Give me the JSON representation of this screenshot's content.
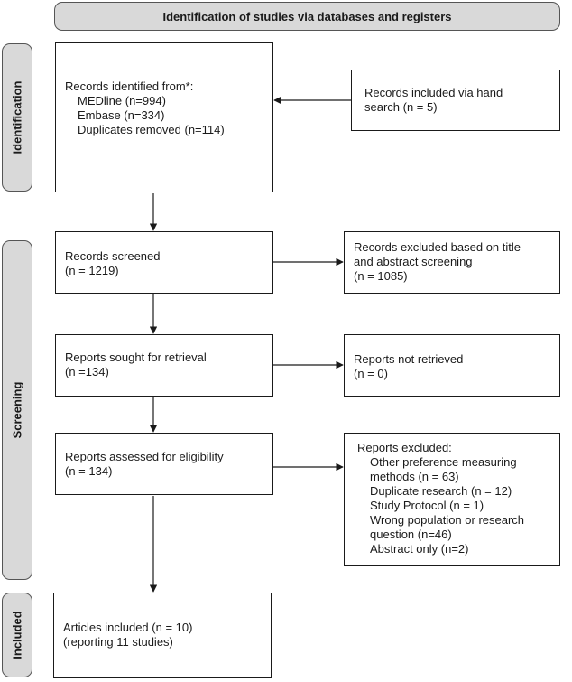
{
  "header": {
    "title": "Identification of studies via databases and registers"
  },
  "phases": {
    "identification": "Identification",
    "screening": "Screening",
    "included": "Included"
  },
  "boxes": {
    "records_identified": {
      "intro": "Records identified from*:",
      "medline": "MEDline (n=994)",
      "embase": "Embase (n=334)",
      "duplicates": "Duplicates removed (n=114)"
    },
    "hand_search": {
      "line1": "Records included via hand",
      "line2": "search (n = 5)"
    },
    "records_screened": {
      "line1": "Records screened",
      "line2": "(n = 1219)"
    },
    "records_excluded": {
      "line1": "Records excluded based on title",
      "line2": "and abstract screening",
      "line3": "(n = 1085)"
    },
    "reports_sought": {
      "line1": "Reports sought for retrieval",
      "line2": "(n =134)"
    },
    "reports_not_retrieved": {
      "line1": "Reports not retrieved",
      "line2": "(n = 0)"
    },
    "reports_assessed": {
      "line1": "Reports assessed for eligibility",
      "line2": "(n = 134)"
    },
    "reports_excluded": {
      "title": "Reports excluded:",
      "items": [
        "Other preference measuring",
        "methods (n = 63)",
        "Duplicate research (n = 12)",
        "Study Protocol (n = 1)",
        "Wrong population or research",
        "question (n=46)",
        "Abstract only (n=2)"
      ]
    },
    "articles_included": {
      "line1": "Articles included (n = 10)",
      "line2": "(reporting 11 studies)"
    }
  }
}
